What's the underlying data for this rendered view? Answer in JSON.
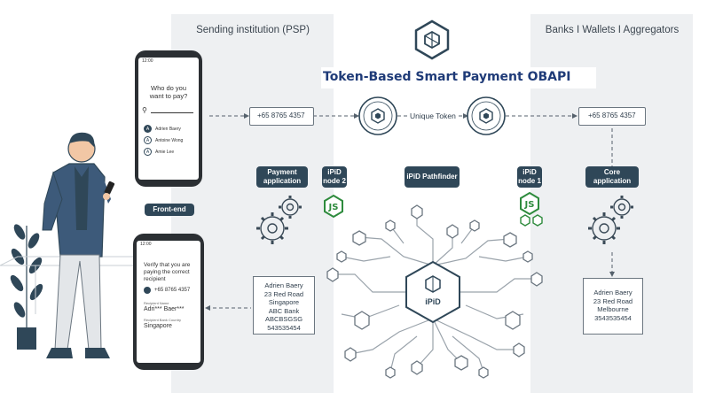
{
  "title": "Token-Based Smart Payment OBAPI",
  "panels": {
    "left_title": "Sending institution (PSP)",
    "right_title": "Banks I Wallets I Aggregators"
  },
  "phone_top": {
    "status_time": "12:00",
    "question": "Who do you want to pay?",
    "contacts": [
      {
        "initial": "A",
        "name": "Adrien Baery"
      },
      {
        "initial": "A",
        "name": "Antoine Wong"
      },
      {
        "initial": "A",
        "name": "Amie Lee"
      }
    ]
  },
  "phone_bottom": {
    "status_time": "12:00",
    "heading": "Verify that you are paying the correct recipient",
    "phone": "+65 8765 4357",
    "recipient_name_label": "Recipient Name",
    "recipient_name": "Adri*** Baer***",
    "recipient_country_label": "Recipient Bank Country",
    "recipient_country": "Singapore"
  },
  "flow": {
    "phone_left": "+65 8765 4357",
    "phone_right": "+65 8765 4357",
    "token_label": "Unique Token"
  },
  "labels": {
    "payment_application": "Payment application",
    "ipid_node2": "iPiD node 2",
    "ipid_pathfinder": "iPiD Pathfinder",
    "ipid_node1": "iPiD node 1",
    "core_application": "Core application",
    "front_end": "Front-end",
    "ipid_center": "iPiD"
  },
  "receipt_left": [
    "Adrien Baery",
    "23 Red Road",
    "Singapore",
    "ABC Bank",
    "ABCBSGSG",
    "543535454"
  ],
  "receipt_right": [
    "Adrien Baery",
    "23 Red Road",
    "Melbourne",
    "3543535454"
  ],
  "colors": {
    "dark_label": "#2f4758",
    "panel": "#eef0f2",
    "title": "#1f3b78",
    "node_green": "#2e8b3d"
  }
}
